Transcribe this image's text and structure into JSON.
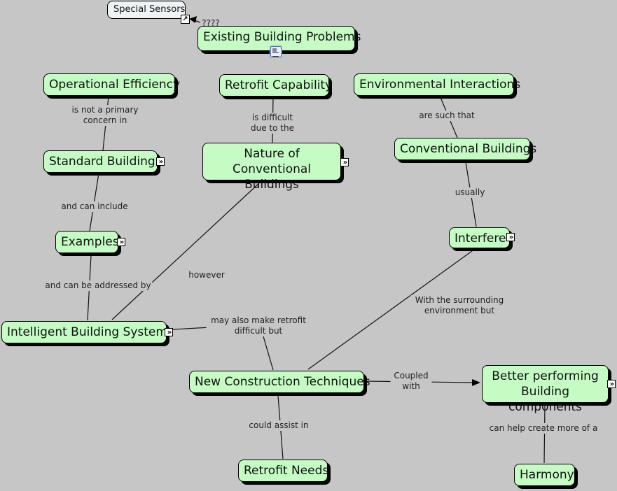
{
  "concepts": {
    "special_sensors": "Special Sensors",
    "existing_building_problems": "Existing Building Problems",
    "operational_efficiency": "Operational Efficiency",
    "retrofit_capability": "Retrofit Capability",
    "environmental_interactions": "Environmental Interactions",
    "standard_buildings": "Standard Buildings",
    "nature_of_conventional_buildings": "Nature of Conventional Buildings",
    "conventional_buildings": "Conventional Buildings",
    "examples": "Examples",
    "interfere": "Interfere",
    "intelligent_building_systems": "Intelligent Building Systems",
    "new_construction_techniques": "New Construction Techniques",
    "better_performing_building_components": "Better performing Building components",
    "retrofit_needs": "Retrofit Needs",
    "harmony": "Harmony"
  },
  "links": {
    "unknown": "????",
    "is_not_primary_concern": "is not a primary concern in",
    "is_difficult_due_to": "is difficult due to the",
    "are_such_that": "are such that",
    "and_can_include": "and can include",
    "usually": "usually",
    "however": "however",
    "and_can_be_addressed_by": "and can be addressed by",
    "with_the_surrounding": "With the surrounding environment but",
    "may_also_make_retrofit": "may also make retrofit difficult but",
    "coupled_with": "Coupled with",
    "could_assist_in": "could assist in",
    "can_help_create": "can help create more of a"
  },
  "icons": {
    "expand": "»",
    "shortcut": "↗"
  }
}
